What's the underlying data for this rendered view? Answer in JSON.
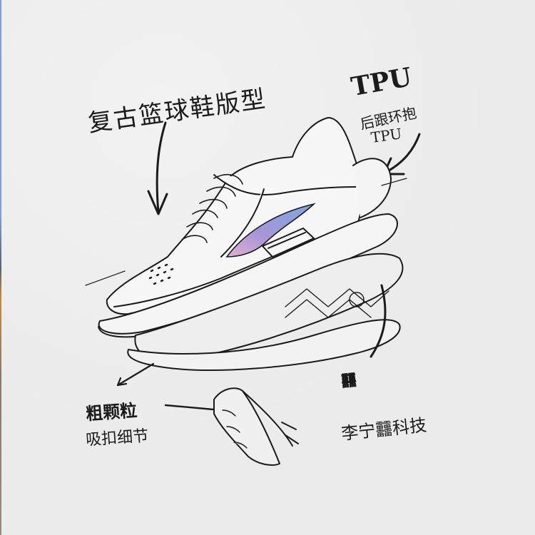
{
  "illustration": {
    "subject": "exploded-view basketball shoe sketch",
    "accent_gradient": [
      "#7ea6e0",
      "#b79ad8",
      "#e3b3d0"
    ],
    "line_color": "#1b1b1b",
    "background_color": "#ebebeb"
  },
  "annotations": {
    "upper_label": "复古篮球鞋版型",
    "heel_title": "TPU",
    "heel_line1": "后跟环抱",
    "heel_line2": "TPU",
    "outsole_line1": "粗颗粒",
    "outsole_line2": "吸扣细节",
    "tech_logo": "䨻",
    "tech_label": "李宁䨻科技"
  }
}
